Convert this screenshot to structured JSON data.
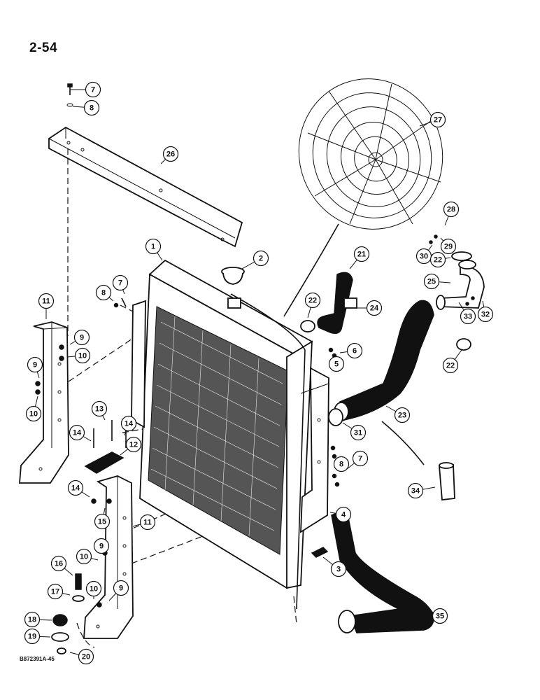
{
  "page": {
    "number": "2-54",
    "drawing_code": "B872391A-45"
  },
  "callouts": [
    "7",
    "8",
    "26",
    "27",
    "28",
    "29",
    "30",
    "22",
    "25",
    "33",
    "32",
    "1",
    "2",
    "21",
    "22",
    "24",
    "11",
    "8",
    "7",
    "9",
    "10",
    "9",
    "10",
    "6",
    "5",
    "22",
    "23",
    "13",
    "14",
    "14",
    "12",
    "31",
    "8",
    "7",
    "34",
    "14",
    "15",
    "11",
    "4",
    "3",
    "16",
    "10",
    "9",
    "17",
    "10",
    "9",
    "18",
    "19",
    "20",
    "35"
  ]
}
